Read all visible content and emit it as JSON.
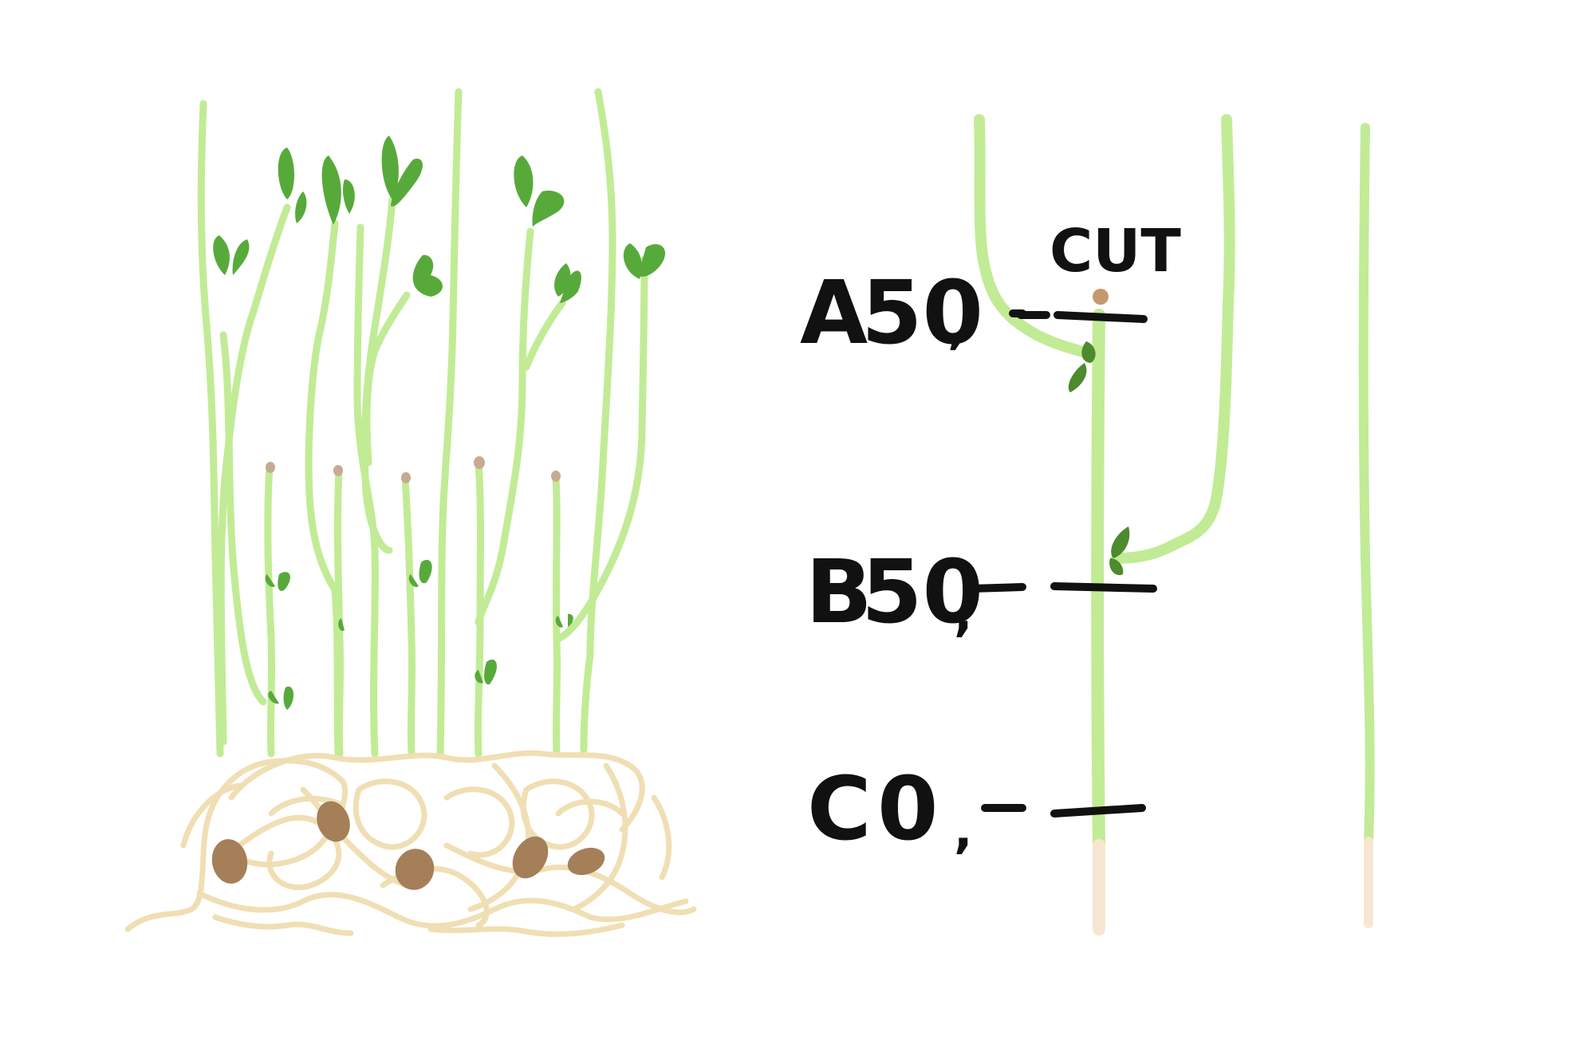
{
  "colors": {
    "stem": "#c2eb96",
    "stem_dark": "#a9d97f",
    "leaf": "#57aa3a",
    "leaf_dark": "#4e8a2e",
    "root": "#f0dfb4",
    "seed": "#a57f58",
    "cut_tip": "#c4996d",
    "ink": "#111111",
    "base_pale": "#f7e7d2"
  },
  "labels": {
    "cut": "CUT",
    "a_letter": "A",
    "a_value": "50",
    "a_tick": ",",
    "b_letter": "B",
    "b_value": "50",
    "b_tick": ",",
    "c_letter": "C",
    "c_value": "0",
    "c_tick": ","
  },
  "icons": {
    "sprout_cluster": "pea-sprout-cluster-icon",
    "seed": "seed-icon",
    "leaf": "leaf-icon"
  }
}
